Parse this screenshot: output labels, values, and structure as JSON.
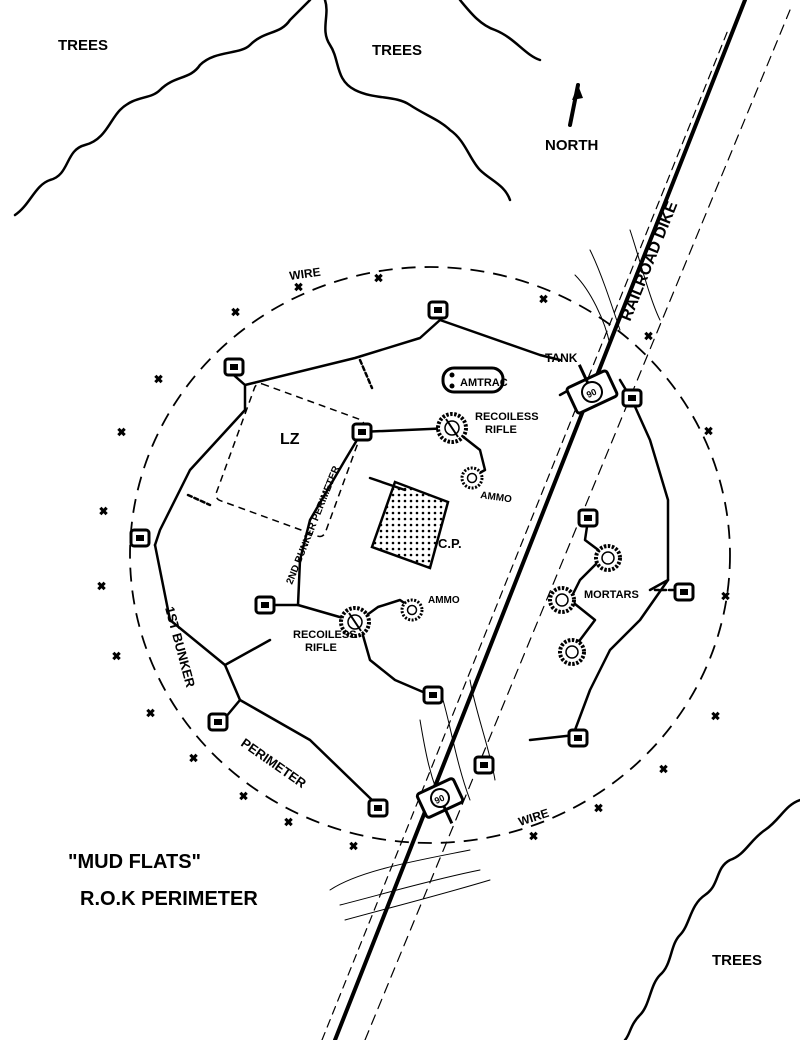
{
  "labels": {
    "trees_nw": "TREES",
    "trees_n": "TREES",
    "trees_se": "TREES",
    "north": "NORTH",
    "railroad_dike": "RAILROAD DIKE",
    "wire_top": "WIRE",
    "wire_bottom": "WIRE",
    "tank": "TANK",
    "amtrac": "AMTRAC",
    "recoilless_rifle_top": [
      "RECOILESS",
      "RIFLE"
    ],
    "recoilless_rifle_bottom": [
      "RECOILESS",
      "RIFLE"
    ],
    "ammo_top": "AMMO",
    "ammo_bottom": "AMMO",
    "lz": "LZ",
    "cp": "C.P.",
    "second_bunker_perimeter": "2ND BUNKER PERIMETER",
    "first_bunker": "1ST BUNKER",
    "perimeter": "PERIMETER",
    "mortars": "MORTARS",
    "tank_number_top": "90",
    "tank_number_bottom": "90"
  },
  "title": {
    "line1": "\"MUD FLATS\"",
    "line2": "R.O.K PERIMETER"
  },
  "icons": [
    "north-arrow-icon",
    "bunker-icon",
    "tank-icon",
    "mortar-pit-icon",
    "recoilless-rifle-icon",
    "ammo-pit-icon",
    "barbed-wire-x-icon"
  ]
}
